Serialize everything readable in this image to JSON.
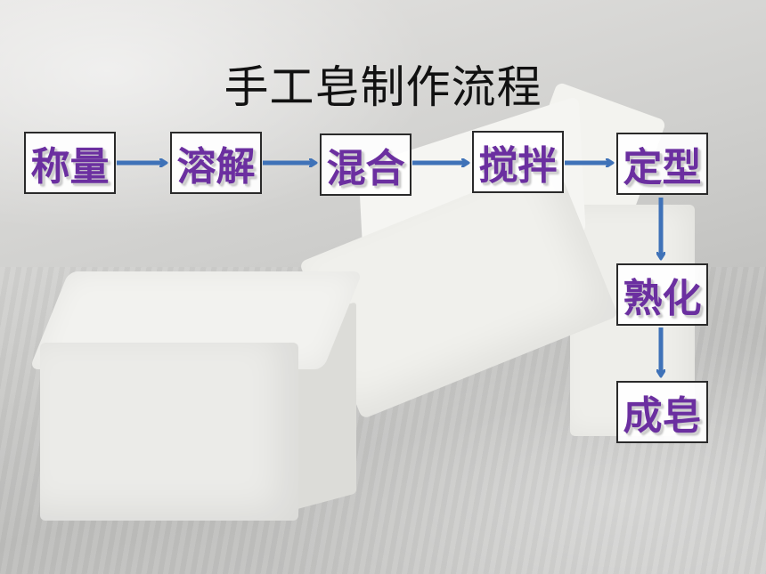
{
  "title": "手工皂制作流程",
  "colors": {
    "node_text": "#6b2fa0",
    "node_border": "#2a2a2a",
    "arrow": "#3f72b8"
  },
  "steps": [
    {
      "label": "称量"
    },
    {
      "label": "溶解"
    },
    {
      "label": "混合"
    },
    {
      "label": "搅拌"
    },
    {
      "label": "定型"
    },
    {
      "label": "熟化"
    },
    {
      "label": "成皂"
    }
  ]
}
